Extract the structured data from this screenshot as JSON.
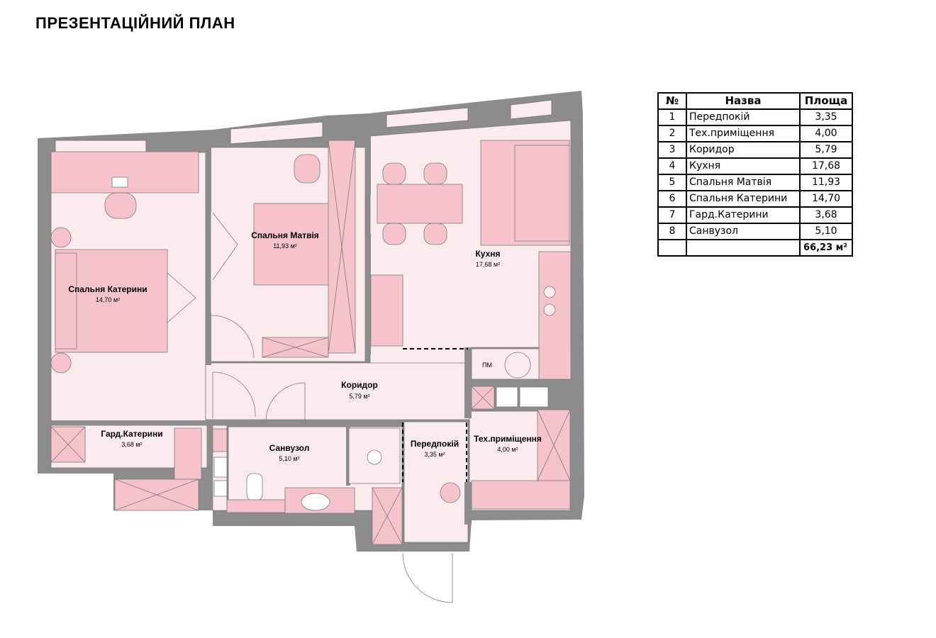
{
  "title": "ПРЕЗЕНТАЦІЙНИЙ ПЛАН",
  "colors": {
    "wall": "#8c8c8c",
    "floor": "#fbebee",
    "furniture": "#f6c3cd",
    "stroke": "#7a7a7a"
  },
  "rooms": {
    "katerina": {
      "name": "Спальня Катерини",
      "area": "14,70 м²"
    },
    "matvii": {
      "name": "Спальня Матвія",
      "area": "11,93 м²"
    },
    "kitchen": {
      "name": "Кухня",
      "area": "17,68 м²"
    },
    "corridor": {
      "name": "Коридор",
      "area": "5,79 м²"
    },
    "wardrobe": {
      "name": "Гард.Катерини",
      "area": "3,68 м²"
    },
    "bathroom": {
      "name": "Санвузол",
      "area": "5,10 м²"
    },
    "hall": {
      "name": "Передпокій",
      "area": "3,35 м²"
    },
    "tech": {
      "name": "Тех.приміщення",
      "area": "4,00 м²"
    }
  },
  "plan_labels": {
    "washer": "ПМ"
  },
  "table": {
    "headers": [
      "№",
      "Назва",
      "Площа"
    ],
    "rows": [
      {
        "num": "1",
        "name": "Передпокій",
        "area": "3,35"
      },
      {
        "num": "2",
        "name": "Тех.приміщення",
        "area": "4,00"
      },
      {
        "num": "3",
        "name": "Коридор",
        "area": "5,79"
      },
      {
        "num": "4",
        "name": "Кухня",
        "area": "17,68"
      },
      {
        "num": "5",
        "name": "Спальня Матвія",
        "area": "11,93"
      },
      {
        "num": "6",
        "name": "Спальня Катерини",
        "area": "14,70"
      },
      {
        "num": "7",
        "name": "Гард.Катерини",
        "area": "3,68"
      },
      {
        "num": "8",
        "name": "Санвузол",
        "area": "5,10"
      }
    ],
    "total": "66,23 м²"
  }
}
